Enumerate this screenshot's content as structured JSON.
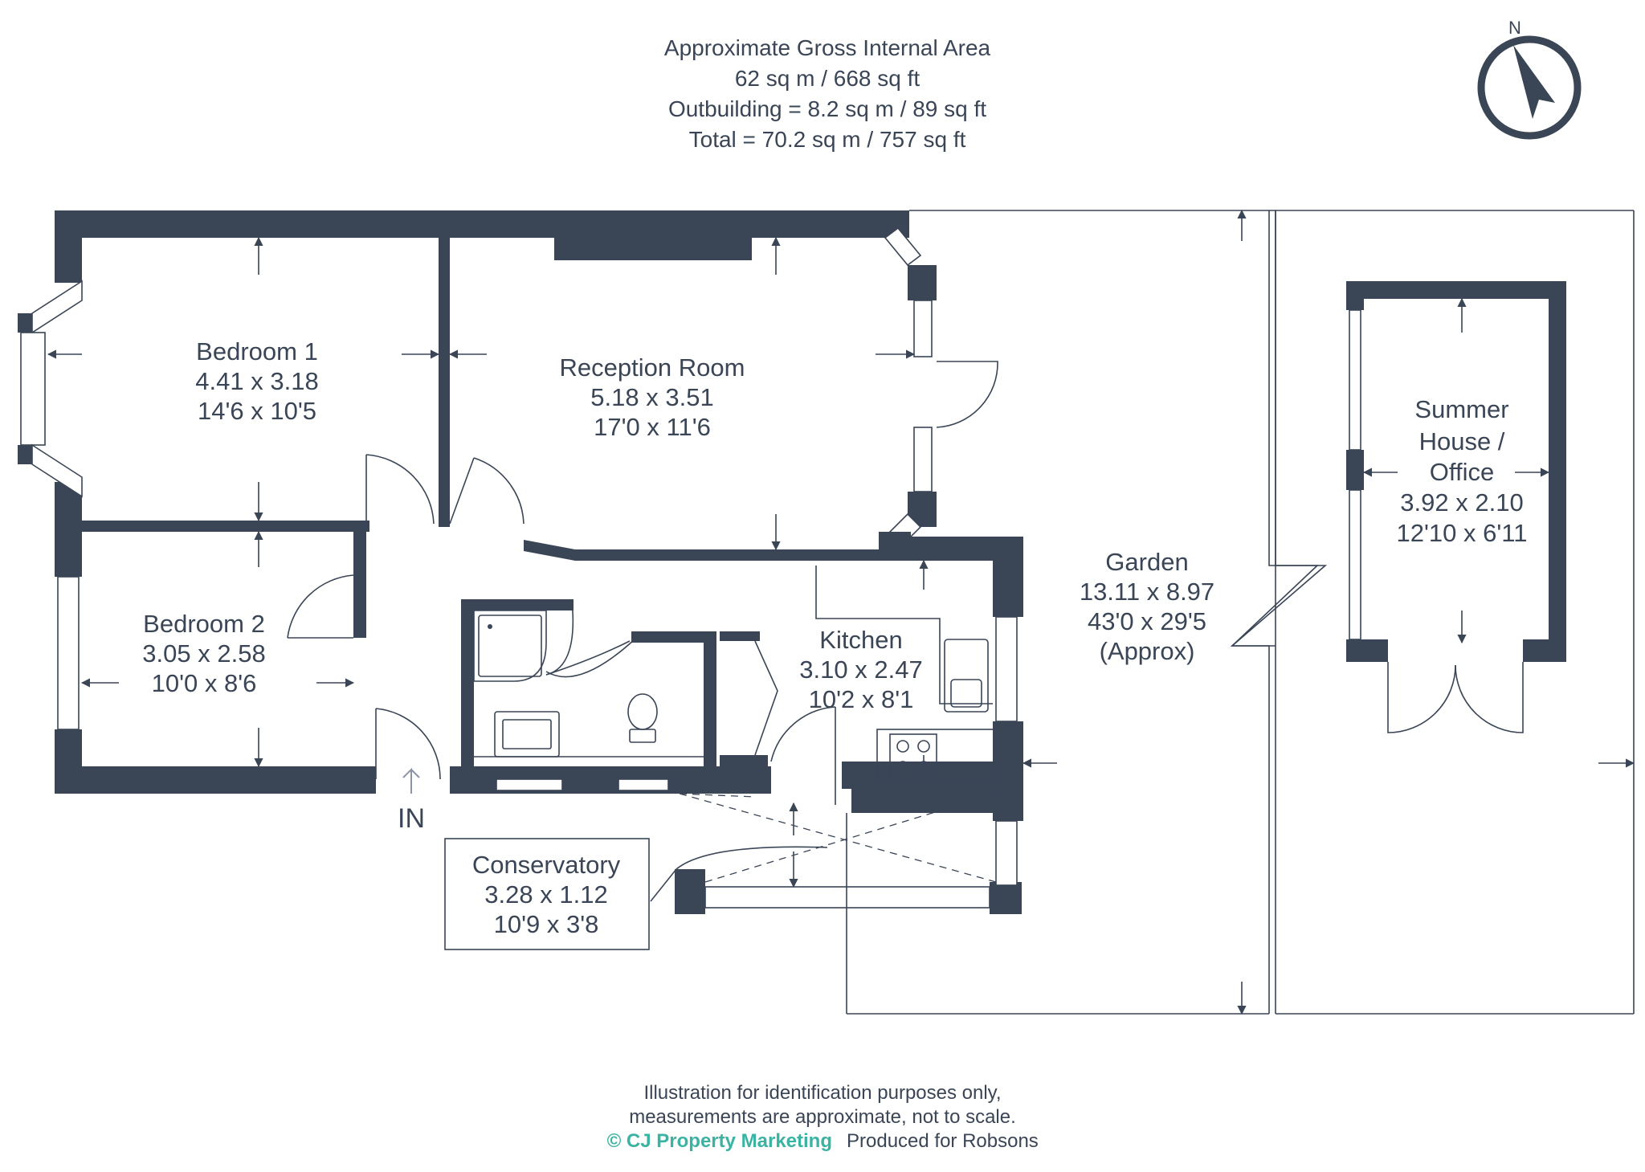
{
  "header": {
    "line1": "Approximate Gross Internal Area",
    "line2": "62 sq m / 668 sq ft",
    "line3": "Outbuilding = 8.2 sq m / 89 sq ft",
    "line4": "Total = 70.2 sq m / 757 sq ft"
  },
  "compass": {
    "label": "N",
    "icon": "compass-north-icon"
  },
  "rooms": {
    "bedroom1": {
      "name": "Bedroom 1",
      "metric": "4.41 x 3.18",
      "imperial": "14'6 x 10'5"
    },
    "reception": {
      "name": "Reception Room",
      "metric": "5.18 x 3.51",
      "imperial": "17'0 x 11'6"
    },
    "bedroom2": {
      "name": "Bedroom 2",
      "metric": "3.05 x 2.58",
      "imperial": "10'0 x 8'6"
    },
    "kitchen": {
      "name": "Kitchen",
      "metric": "3.10 x 2.47",
      "imperial": "10'2 x 8'1"
    },
    "conservatory": {
      "name": "Conservatory",
      "metric": "3.28 x 1.12",
      "imperial": "10'9 x 3'8"
    },
    "garden": {
      "name": "Garden",
      "metric": "13.11 x 8.97",
      "imperial": "43'0 x 29'5",
      "note": "(Approx)"
    },
    "summer_house": {
      "name_line1": "Summer",
      "name_line2": "House /",
      "name_line3": "Office",
      "metric": "3.92 x 2.10",
      "imperial": "12'10 x 6'11"
    }
  },
  "entrance": {
    "label": "IN"
  },
  "footer": {
    "line1": "Illustration for identification purposes only,",
    "line2": "measurements are approximate, not to scale.",
    "brand": "© CJ Property Marketing",
    "produced": "Produced for Robsons",
    "brand_color": "#3bb3a2"
  },
  "colors": {
    "wall": "#3a4556",
    "background": "#ffffff"
  }
}
